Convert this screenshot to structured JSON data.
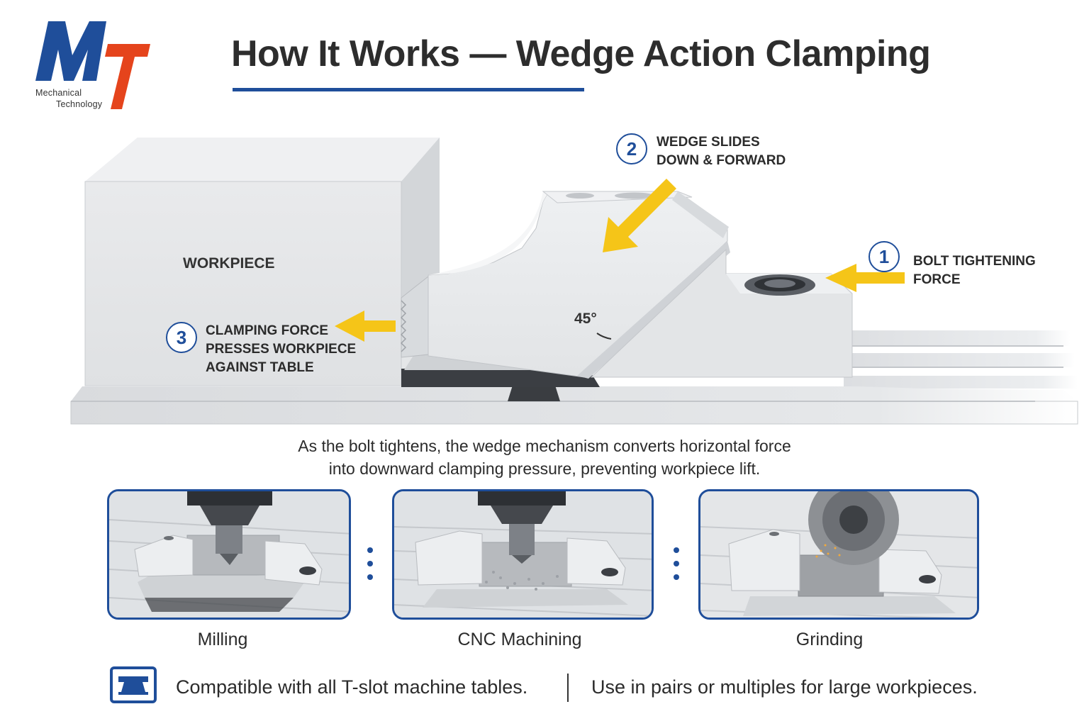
{
  "logo": {
    "letters": "MT",
    "line1": "Mechanical",
    "line2": "Technology",
    "colors": {
      "m": "#1f4e9a",
      "t": "#e5441c"
    }
  },
  "title": "How It Works — Wedge Action Clamping",
  "diagram": {
    "workpiece_label": "WORKPIECE",
    "angle_label": "45°",
    "steps": [
      {
        "number": "1",
        "line1": "BOLT TIGHTENING",
        "line2": "FORCE"
      },
      {
        "number": "2",
        "line1": "WEDGE SLIDES",
        "line2": "DOWN & FORWARD"
      },
      {
        "number": "3",
        "line1": "CLAMPING FORCE",
        "line2": "PRESSES WORKPIECE",
        "line3": "AGAINST TABLE"
      }
    ],
    "arrow_color": "#f5c518",
    "accent_color": "#1f4e9a"
  },
  "caption": {
    "line1": "As the bolt tightens, the wedge mechanism converts horizontal force",
    "line2": "into downward clamping pressure, preventing workpiece lift."
  },
  "applications": [
    {
      "label": "Milling",
      "icon": "end-mill-icon"
    },
    {
      "label": "CNC Machining",
      "icon": "cnc-spindle-icon"
    },
    {
      "label": "Grinding",
      "icon": "grinding-wheel-icon"
    }
  ],
  "footer": {
    "icon": "t-slot-icon",
    "left": "Compatible with all T-slot machine tables.",
    "right": "Use in pairs or multiples for large workpieces."
  }
}
